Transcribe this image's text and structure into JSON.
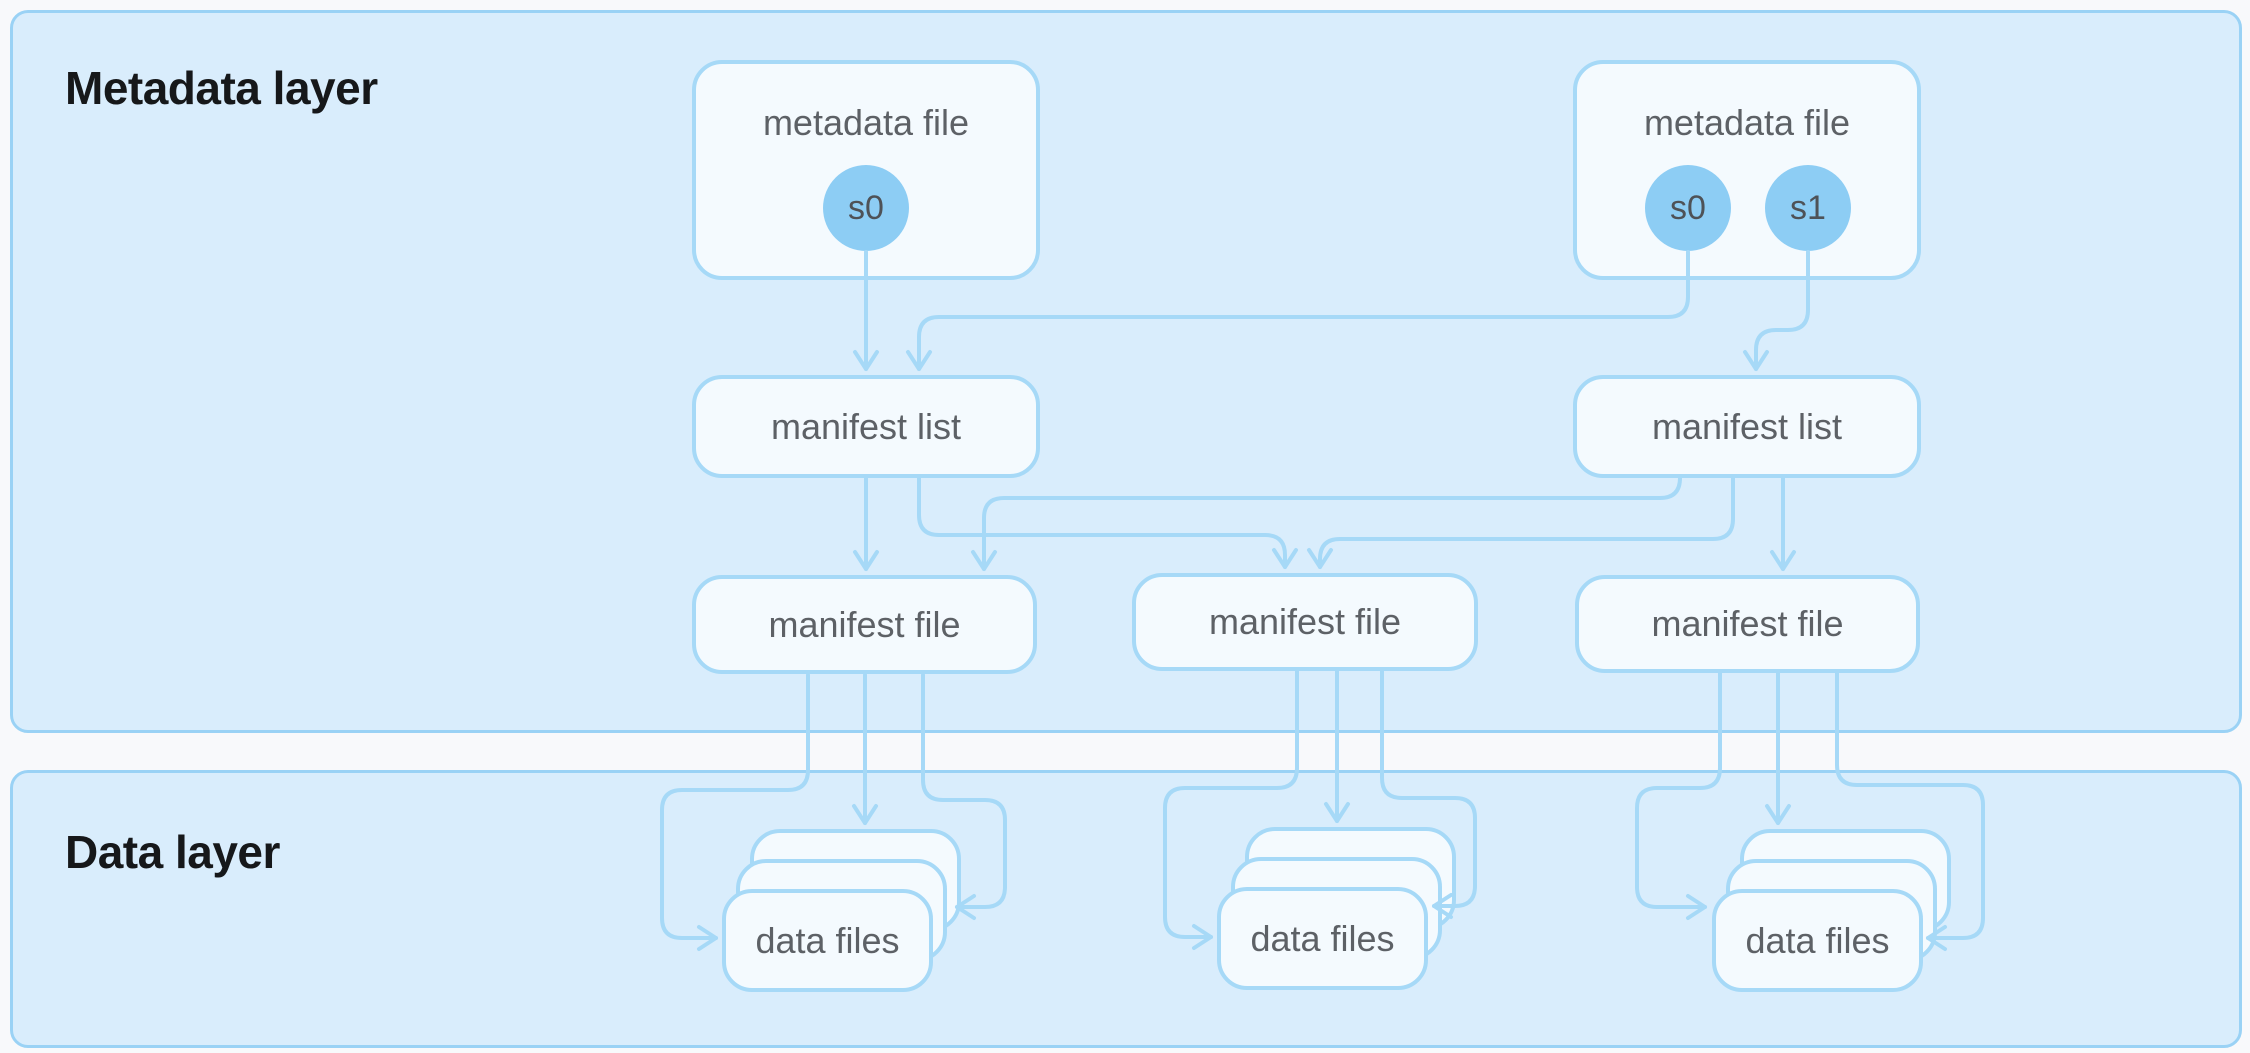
{
  "layers": {
    "metadata": {
      "label": "Metadata layer"
    },
    "data": {
      "label": "Data layer"
    }
  },
  "nodes": {
    "metadata_file_left": {
      "label": "metadata file",
      "snapshots": [
        "s0"
      ]
    },
    "metadata_file_right": {
      "label": "metadata file",
      "snapshots": [
        "s0",
        "s1"
      ]
    },
    "manifest_list_left": {
      "label": "manifest list"
    },
    "manifest_list_right": {
      "label": "manifest list"
    },
    "manifest_file_left": {
      "label": "manifest file"
    },
    "manifest_file_center": {
      "label": "manifest file"
    },
    "manifest_file_right": {
      "label": "manifest file"
    },
    "data_files_left": {
      "label": "data files"
    },
    "data_files_center": {
      "label": "data files"
    },
    "data_files_right": {
      "label": "data files"
    }
  },
  "colors": {
    "page_background": "#f8f9fb",
    "layer_fill": "#d9edfc",
    "layer_border": "#9ad2f5",
    "node_fill": "#f4fafe",
    "node_border": "#a6d9f7",
    "snapshot_fill": "#8dcdf4",
    "connector": "#a6d9f7",
    "node_text": "#5d6166",
    "title_text": "#16181a"
  }
}
